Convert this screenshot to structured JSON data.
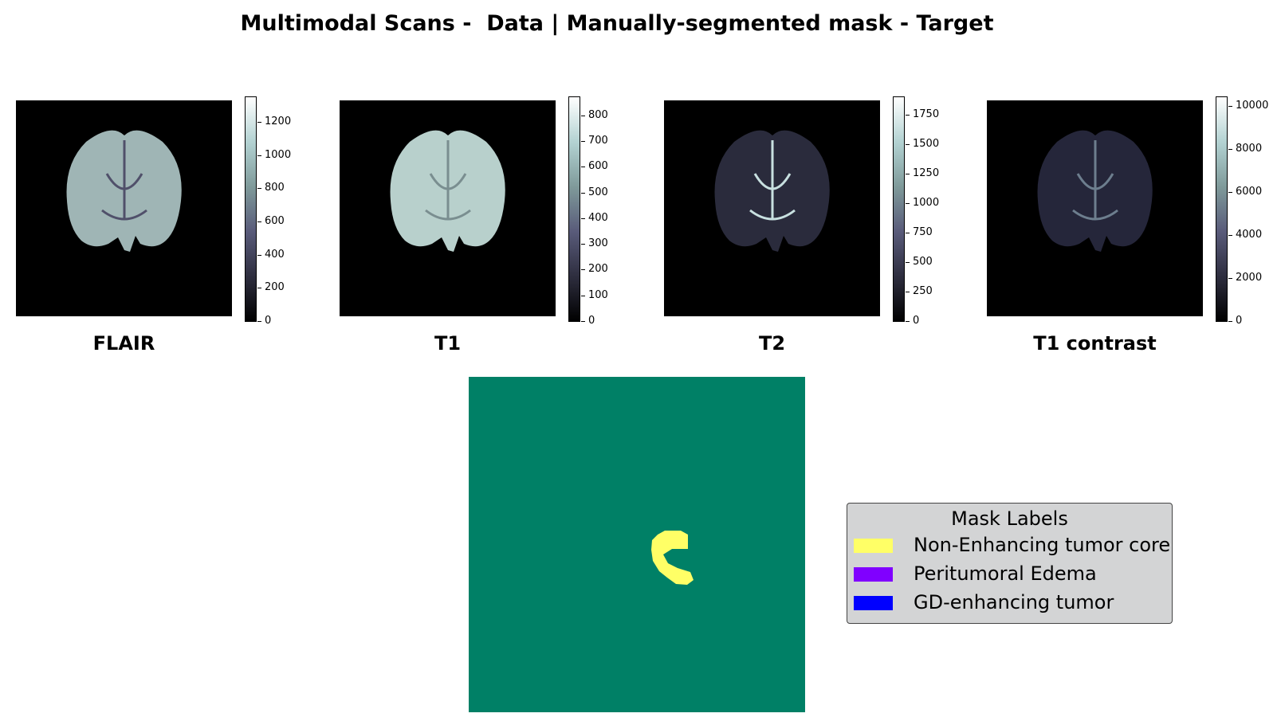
{
  "title": "Multimodal Scans -  Data | Manually-segmented mask - Target",
  "chart_data": {
    "type": "heatmap",
    "scans": [
      {
        "label": "FLAIR",
        "colorbar_ticks": [
          0,
          200,
          400,
          600,
          800,
          1000,
          1200
        ],
        "vmax": 1350,
        "brain_fill": "#9fb5b5",
        "detail": "#50506a"
      },
      {
        "label": "T1",
        "colorbar_ticks": [
          0,
          100,
          200,
          300,
          400,
          500,
          600,
          700,
          800
        ],
        "vmax": 870,
        "brain_fill": "#b8d0cc",
        "detail": "#7a8e90"
      },
      {
        "label": "T2",
        "colorbar_ticks": [
          0,
          250,
          500,
          750,
          1000,
          1250,
          1500,
          1750
        ],
        "vmax": 1900,
        "brain_fill": "#2a2b3c",
        "detail": "#c8e0e0"
      },
      {
        "label": "T1 contrast",
        "colorbar_ticks": [
          0,
          2000,
          4000,
          6000,
          8000,
          10000
        ],
        "vmax": 10400,
        "brain_fill": "#25263a",
        "detail": "#6d7e8e"
      }
    ],
    "mask": {
      "background_color": "#008066",
      "region_color": "#ffff66"
    },
    "legend": {
      "title": "Mask Labels",
      "entries": [
        {
          "label": "Non-Enhancing tumor core",
          "color": "#ffff66"
        },
        {
          "label": "Peritumoral Edema",
          "color": "#8000ff"
        },
        {
          "label": "GD-enhancing tumor",
          "color": "#0000ff"
        }
      ]
    }
  }
}
